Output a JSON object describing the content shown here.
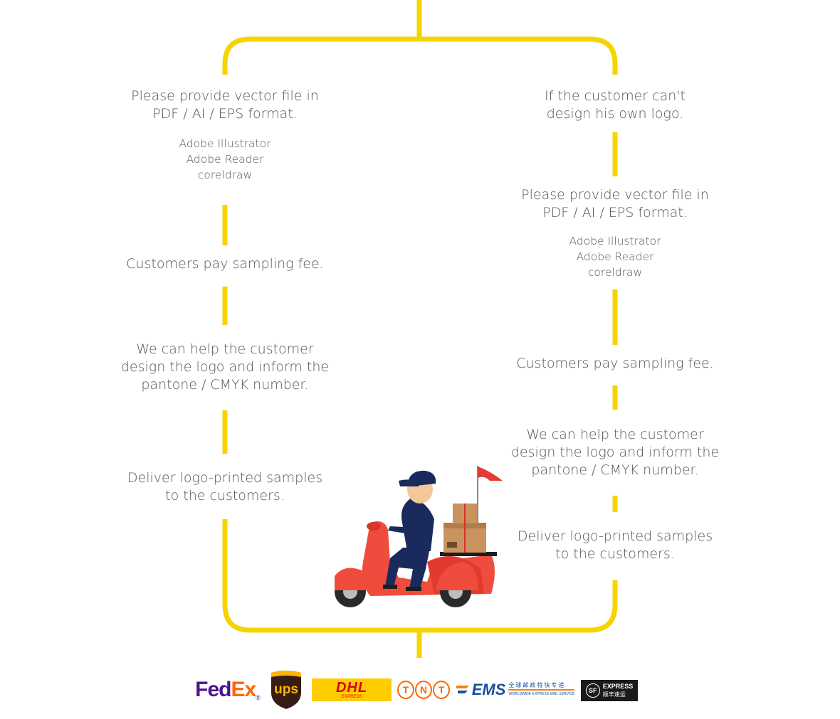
{
  "diagram": {
    "line_color": "#f5d400",
    "left_branch": {
      "step1": {
        "title_lines": [
          "Please provide vector file in",
          "PDF / AI / EPS format."
        ],
        "software": [
          "Adobe Illustrator",
          "Adobe Reader",
          "coreldraw"
        ]
      },
      "step2": {
        "title_lines": [
          "Customers pay sampling fee."
        ]
      },
      "step3": {
        "title_lines": [
          "We can help the customer",
          "design the logo and inform the",
          "pantone / CMYK number."
        ]
      },
      "step4": {
        "title_lines": [
          "Deliver logo-printed samples",
          "to the customers."
        ]
      }
    },
    "right_branch": {
      "step0": {
        "title_lines": [
          "If the customer can't",
          "design his own logo."
        ]
      },
      "step1": {
        "title_lines": [
          "Please provide vector file in",
          "PDF / AI / EPS format."
        ],
        "software": [
          "Adobe Illustrator",
          "Adobe Reader",
          "coreldraw"
        ]
      },
      "step2": {
        "title_lines": [
          "Customers pay sampling fee."
        ]
      },
      "step3": {
        "title_lines": [
          "We can help the customer",
          "design the logo and inform the",
          "pantone / CMYK number."
        ]
      },
      "step4": {
        "title_lines": [
          "Deliver logo-printed samples",
          "to the customers."
        ]
      }
    }
  },
  "carriers": {
    "fedex": {
      "part1": "Fed",
      "part2": "Ex",
      "mark": "®",
      "color1": "#4d148c",
      "color2": "#ff6600"
    },
    "ups": {
      "text": "ups",
      "color": "#ffb500",
      "bg": "#351c15"
    },
    "dhl": {
      "text": "DHL",
      "sub": "EXPRESS",
      "color": "#d40511",
      "bg": "#ffcc00"
    },
    "tnt": {
      "letters": [
        "T",
        "N",
        "T"
      ],
      "color": "#ff6600"
    },
    "ems": {
      "text": "EMS",
      "cn": "全球邮政特快专递",
      "sub": "WORLDWIDE EXPRESS MAIL SERVICE",
      "color": "#1a4fa0",
      "accent": "#f08300"
    },
    "sf": {
      "mark": "SF",
      "text": "EXPRESS",
      "cn": "顺丰速运",
      "bg": "#1a1a1a"
    }
  }
}
